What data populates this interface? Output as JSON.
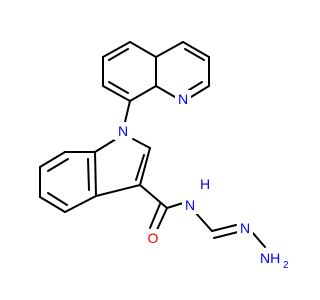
{
  "molecule": {
    "atoms": [
      {
        "id": "n_quinoline",
        "element": "N",
        "label": "N",
        "color": "#0000ff"
      },
      {
        "id": "n_indole",
        "element": "N",
        "label": "N",
        "color": "#0000ff"
      },
      {
        "id": "o_carbonyl",
        "element": "O",
        "label": "O",
        "color": "#ff0000"
      },
      {
        "id": "n_amide",
        "element": "N",
        "label": "N",
        "color": "#0000ff"
      },
      {
        "id": "h_amide",
        "element": "H",
        "label": "H",
        "color": "#0000ff"
      },
      {
        "id": "n_imine",
        "element": "N",
        "label": "N",
        "color": "#0000ff"
      },
      {
        "id": "n_amine",
        "element": "N",
        "label": "NH",
        "color": "#0000ff"
      },
      {
        "id": "h2_amine",
        "element": "H",
        "label": "2",
        "color": "#0000ff"
      }
    ],
    "bond_color": "#000000"
  }
}
